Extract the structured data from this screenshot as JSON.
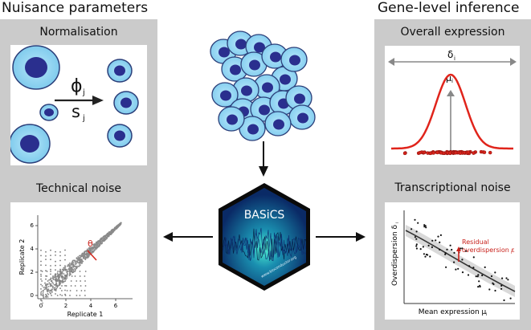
{
  "headings": {
    "left": "Nuisance parameters",
    "right": "Gene-level inference"
  },
  "left_panel": {
    "top_title": "Normalisation",
    "phi_label": "ϕ",
    "phi_sub": "j",
    "s_label": "s",
    "s_sub": "j",
    "bottom_title": "Technical noise",
    "scatter": {
      "xlabel": "Replicate 1",
      "ylabel": "Replicate 2",
      "x_ticks": [
        "0",
        "2",
        "4",
        "6"
      ],
      "y_ticks": [
        "0",
        "2",
        "4",
        "6"
      ],
      "theta_label": "θ"
    }
  },
  "center": {
    "logo_text": "BASiCS",
    "logo_url": "www.bioconductor.org"
  },
  "right_panel": {
    "top_title": "Overall expression",
    "delta_label": "δ",
    "delta_sub": "i",
    "mu_label": "μ",
    "mu_sub": "i",
    "bottom_title": "Transcriptional noise",
    "noise_plot": {
      "xlabel": "Mean expression μ",
      "xlabel_sub": "i",
      "ylabel": "Overdispersion δ",
      "ylabel_sub": "i",
      "annotation_line1": "Residual",
      "annotation_line2": "overdispersion ε",
      "annotation_sub": "i"
    }
  },
  "colors": {
    "panel_bg": "#cbcbcb",
    "cell_fill": "#8fd3f0",
    "cell_border": "#2b3f7a",
    "nucleus": "#2a2f8e",
    "curve_red": "#e0241b",
    "annotation_red": "#c8201a",
    "hex_border": "#0a0a0a",
    "hex_fill": "#0a3470",
    "hex_glow": "#3fe0c8"
  }
}
